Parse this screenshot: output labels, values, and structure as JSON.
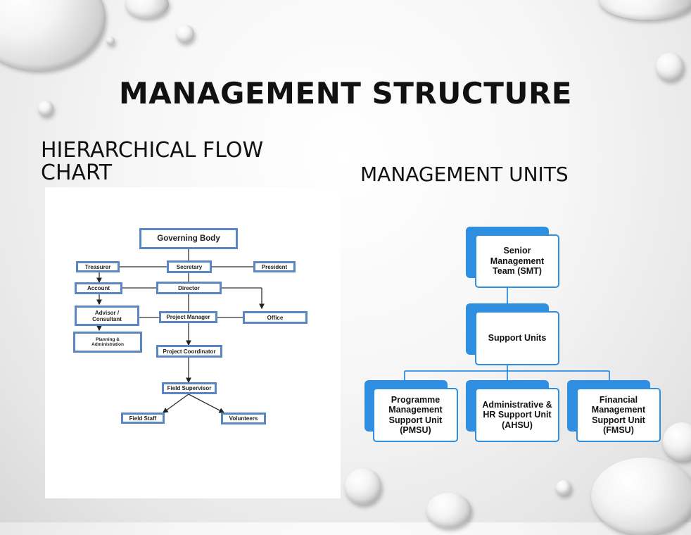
{
  "slide": {
    "title": "MANAGEMENT STRUCTURE",
    "left_heading": "HIERARCHICAL FLOW CHART",
    "right_heading": "MANAGEMENT UNITS"
  },
  "org_chart": {
    "nodes": {
      "governing_body": "Governing Body",
      "treasurer": "Treasurer",
      "secretary": "Secretary",
      "president": "President",
      "account": "Account",
      "director": "Director",
      "advisor": "Advisor / Consultant",
      "project_manager": "Project Manager",
      "office": "Office",
      "planning": "Planning & Administration",
      "project_coordinator": "Project Coordinator",
      "field_supervisor": "Field Supervisor",
      "field_staff": "Field Staff",
      "volunteers": "Volunteers"
    }
  },
  "units": {
    "smt": "Senior Management Team (SMT)",
    "support": "Support Units",
    "pmsu": "Programme Management Support Unit (PMSU)",
    "ahsu": "Administrative & HR Support Unit (AHSU)",
    "fmsu": "Financial Management Support Unit (FMSU)",
    "accent_color": "#2e8fe0"
  }
}
